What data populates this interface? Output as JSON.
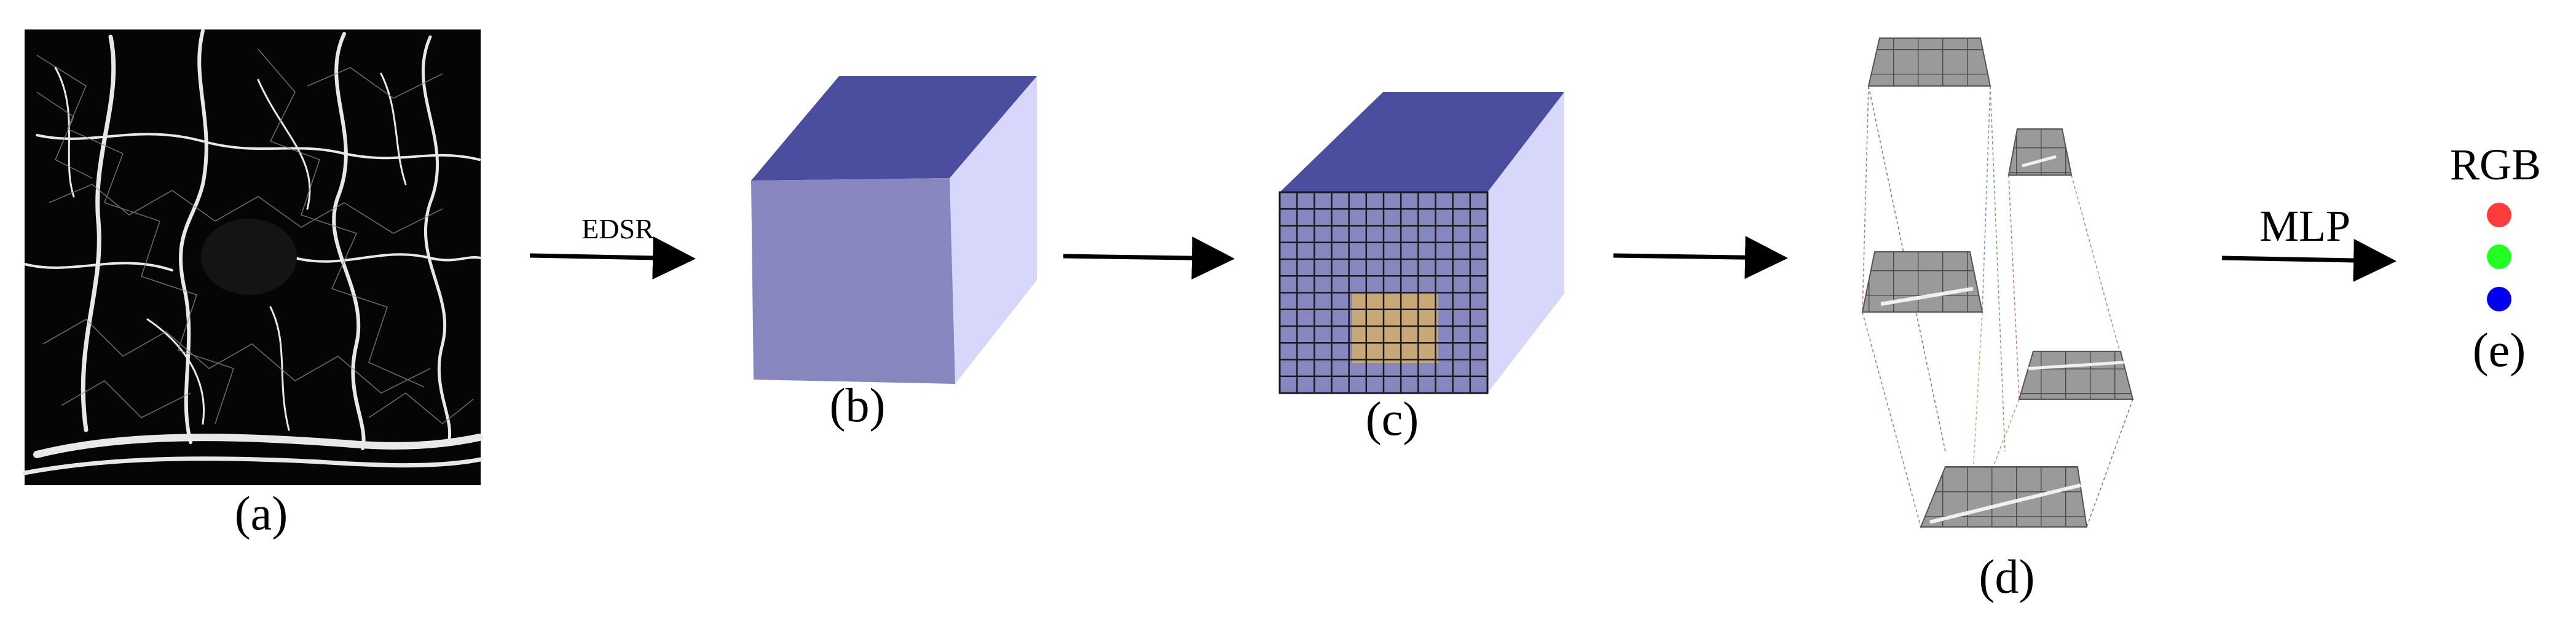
{
  "panels": {
    "a": {
      "caption": "(a)"
    },
    "b": {
      "caption": "(b)"
    },
    "c": {
      "caption": "(c)"
    },
    "d": {
      "caption": "(d)"
    },
    "e": {
      "caption": "(e)",
      "title": "RGB"
    }
  },
  "arrows": {
    "edsr_label": "EDSR",
    "mlp_label": "MLP"
  },
  "colors": {
    "cube_top": "#4b4d9f",
    "cube_front": "#8787bf",
    "cube_side": "#d7d7fb",
    "grid_line": "#1a1a1a",
    "highlight": "#c8a877",
    "rgb_red": "#ff3b3b",
    "rgb_green": "#22ff22",
    "rgb_blue": "#0000ee",
    "angio_bg": "#050505"
  }
}
